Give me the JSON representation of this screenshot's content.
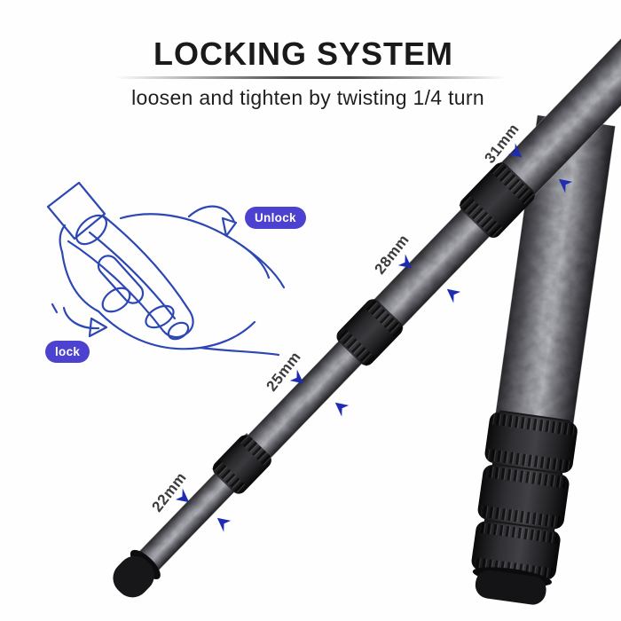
{
  "header": {
    "title": "LOCKING SYSTEM",
    "subtitle": "loosen and tighten by twisting 1/4 turn"
  },
  "hand_diagram": {
    "unlock_label": "Unlock",
    "lock_label": "lock"
  },
  "annotations": {
    "sizes": [
      "31mm",
      "28mm",
      "25mm",
      "22mm"
    ]
  },
  "colors": {
    "arrow_blue": "#1d2cb0",
    "pill_indigo": "#4d41d0",
    "sketch_blue": "#2d47b4",
    "title_black": "#1a1a1a"
  }
}
